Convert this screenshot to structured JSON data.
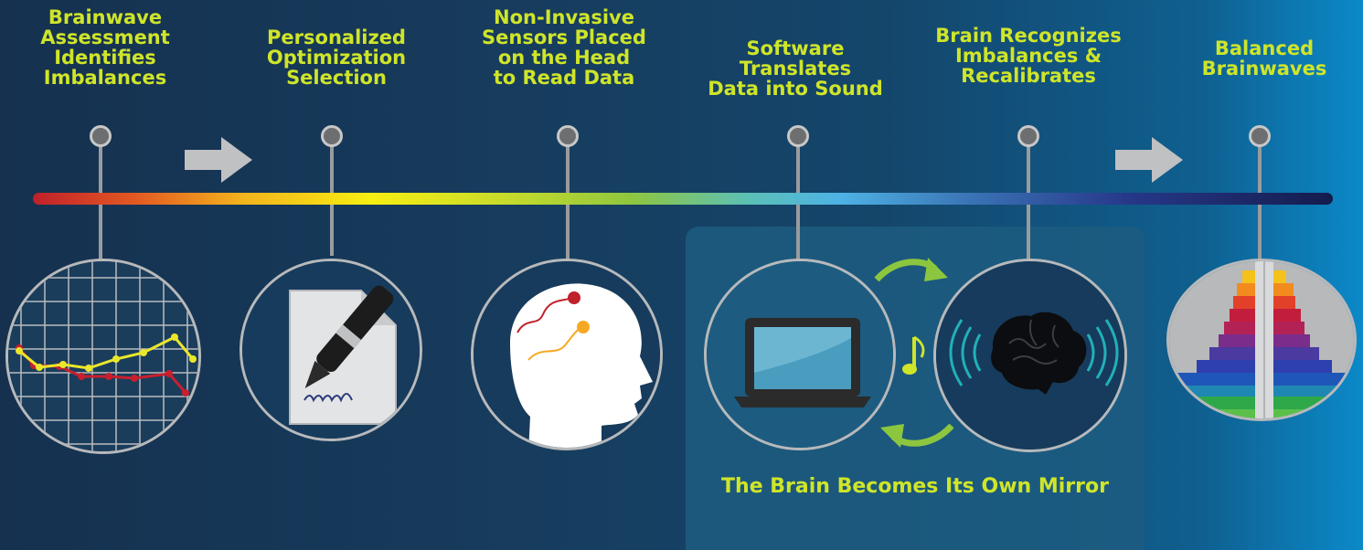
{
  "steps": [
    {
      "title_lines": [
        "Brainwave",
        "Assessment",
        "Identifies",
        "Imbalances"
      ]
    },
    {
      "title_lines": [
        "Personalized",
        "Optimization",
        "Selection"
      ]
    },
    {
      "title_lines": [
        "Non-Invasive",
        "Sensors Placed",
        "on the Head",
        "to Read Data"
      ]
    },
    {
      "title_lines": [
        "Software Translates",
        "Data into Sound"
      ]
    },
    {
      "title_lines": [
        "Brain Recognizes",
        "Imbalances &",
        "Recalibrates"
      ]
    },
    {
      "title_lines": [
        "Balanced",
        "Brainwaves"
      ]
    }
  ],
  "panel": {
    "caption": "The Brain Becomes Its Own Mirror"
  },
  "colors": {
    "title_text": "#cfe529",
    "node_fill": "#6d6e70",
    "arrow_gray": "#bfc1c3",
    "cycle_arrow": "#8cc63f"
  },
  "icons": [
    "line-chart-icon",
    "document-pen-icon",
    "head-sensors-icon",
    "laptop-icon",
    "music-note-icon",
    "brain-icon",
    "spectrogram-icon"
  ]
}
